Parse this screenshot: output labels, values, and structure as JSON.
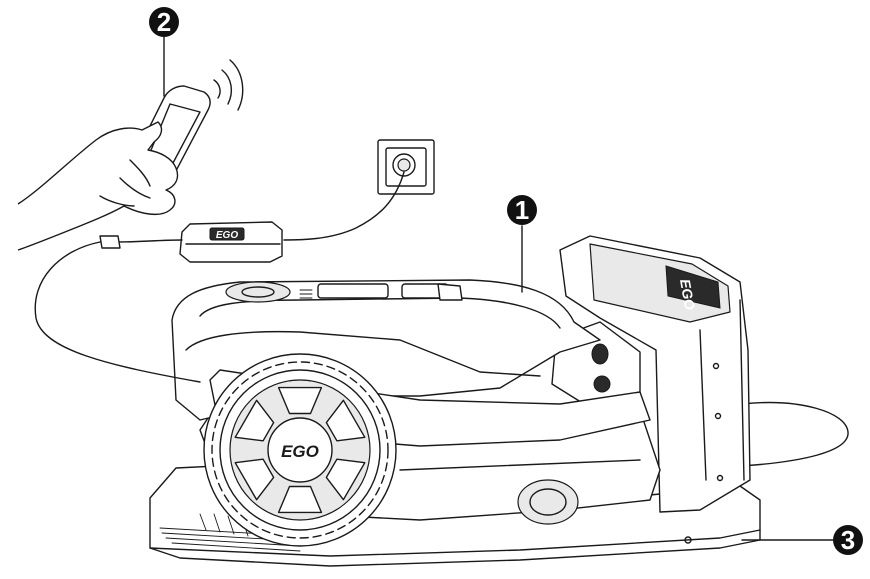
{
  "callouts": [
    {
      "id": "mower",
      "number": "1"
    },
    {
      "id": "phone",
      "number": "2"
    },
    {
      "id": "charging-station",
      "number": "3"
    }
  ],
  "branding": {
    "wheel_logo": "EGO",
    "charger_logo": "EGO",
    "station_logo": "EGO"
  },
  "colors": {
    "line": "#1a1a1a",
    "badge": "#111111",
    "background": "#ffffff"
  }
}
